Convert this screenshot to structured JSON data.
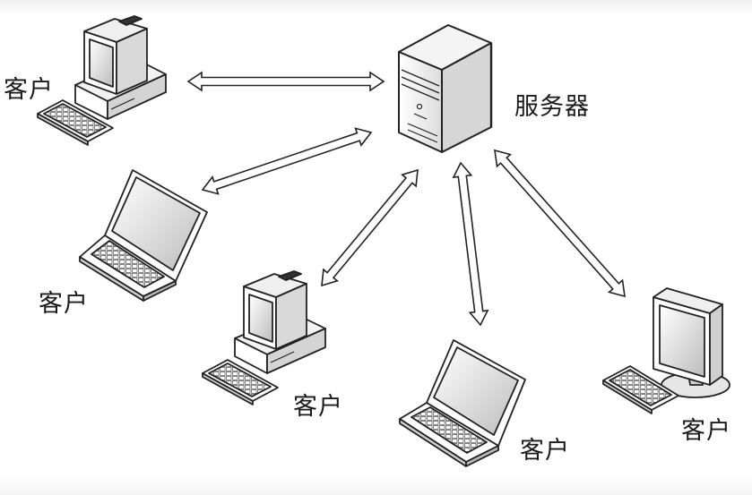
{
  "nodes": {
    "server": {
      "label": "服务器",
      "icon": "server-tower-icon"
    },
    "client_desktop_top": {
      "label": "客户",
      "icon": "desktop-computer-icon"
    },
    "client_laptop_left": {
      "label": "客户",
      "icon": "laptop-icon"
    },
    "client_desktop_bottom": {
      "label": "客户",
      "icon": "desktop-computer-icon"
    },
    "client_laptop_bottom": {
      "label": "客户",
      "icon": "laptop-icon"
    },
    "client_monitor_right": {
      "label": "客户",
      "icon": "monitor-keyboard-icon"
    }
  },
  "connections": [
    {
      "from": "client_desktop_top",
      "to": "server",
      "type": "bidirectional"
    },
    {
      "from": "client_laptop_left",
      "to": "server",
      "type": "bidirectional"
    },
    {
      "from": "client_desktop_bottom",
      "to": "server",
      "type": "bidirectional"
    },
    {
      "from": "client_laptop_bottom",
      "to": "server",
      "type": "bidirectional"
    },
    {
      "from": "client_monitor_right",
      "to": "server",
      "type": "bidirectional"
    }
  ]
}
